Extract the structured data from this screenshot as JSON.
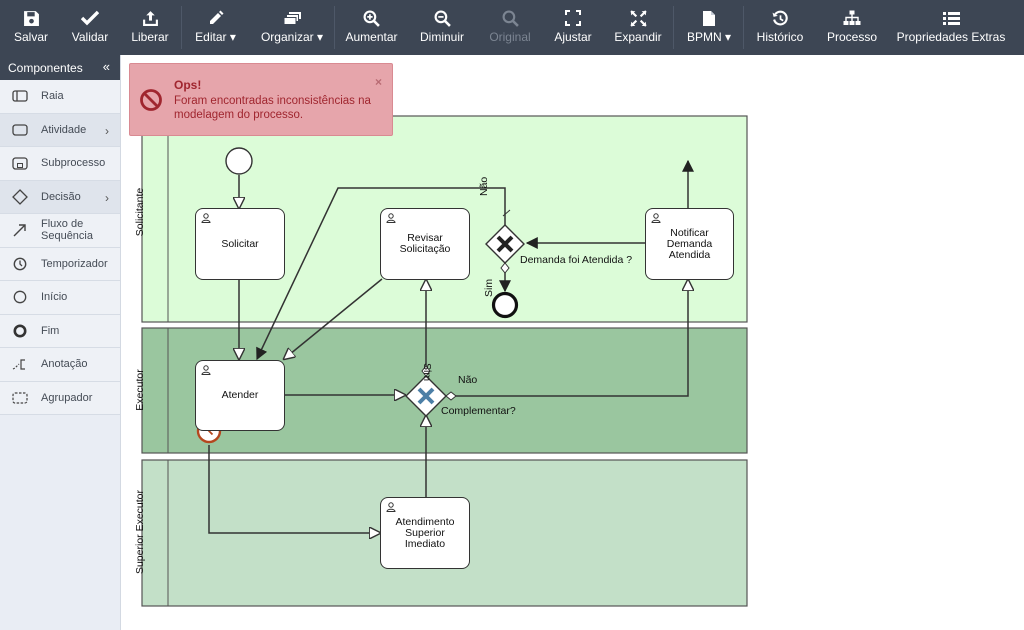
{
  "toolbar": {
    "buttons": [
      {
        "label": "Salvar",
        "icon": "save-icon"
      },
      {
        "label": "Validar",
        "icon": "check-icon"
      },
      {
        "label": "Liberar",
        "icon": "upload-icon"
      },
      {
        "label": "Editar ▾",
        "icon": "pencil-icon"
      },
      {
        "label": "Organizar ▾",
        "icon": "layers-icon"
      },
      {
        "label": "Aumentar",
        "icon": "zoom-in-icon"
      },
      {
        "label": "Diminuir",
        "icon": "zoom-out-icon"
      },
      {
        "label": "Original",
        "icon": "search-icon",
        "disabled": true
      },
      {
        "label": "Ajustar",
        "icon": "fit-icon"
      },
      {
        "label": "Expandir",
        "icon": "expand-icon"
      },
      {
        "label": "BPMN ▾",
        "icon": "file-icon"
      },
      {
        "label": "Histórico",
        "icon": "history-icon"
      },
      {
        "label": "Processo",
        "icon": "sitemap-icon"
      },
      {
        "label": "Propriedades Extras",
        "icon": "list-icon"
      }
    ]
  },
  "sidebar": {
    "title": "Componentes",
    "collapse": "«",
    "items": [
      {
        "label": "Raia",
        "icon": "lane-icon"
      },
      {
        "label": "Atividade",
        "icon": "task-icon",
        "submenu": "›"
      },
      {
        "label": "Subprocesso",
        "icon": "subprocess-icon"
      },
      {
        "label": "Decisão",
        "icon": "gateway-icon",
        "submenu": "›"
      },
      {
        "label": "Fluxo de Sequência",
        "icon": "arrow-icon"
      },
      {
        "label": "Temporizador",
        "icon": "timer-icon"
      },
      {
        "label": "Início",
        "icon": "start-event-icon"
      },
      {
        "label": "Fim",
        "icon": "end-event-icon"
      },
      {
        "label": "Anotação",
        "icon": "annotation-icon"
      },
      {
        "label": "Agrupador",
        "icon": "group-icon"
      }
    ]
  },
  "alert": {
    "title": "Ops!",
    "message": "Foram encontradas inconsistências na modelagem do processo.",
    "close": "×"
  },
  "lanes": {
    "solicitante": "Solicitante",
    "executor": "Executor",
    "superior": "Superior Executor"
  },
  "tasks": {
    "solicitar": "Solicitar",
    "revisar": "Revisar Solicitação",
    "notificar": "Notificar Demanda Atendida",
    "atender": "Atender",
    "atendimento": "Atendimento Superior Imediato"
  },
  "labels": {
    "nao_top": "Não",
    "sim_top": "Sim",
    "demanda": "Demanda foi Atendida ?",
    "sim_mid": "Sim",
    "nao_mid": "Não",
    "complementar": "Complementar?"
  },
  "colors": {
    "toolbar": "#3d4654",
    "lane_solicitante": "#dcfcd8",
    "lane_executor": "#9ac69f",
    "lane_superior": "#c3e0c8",
    "alert_bg": "#e6a5ab",
    "error_mark": "#d0202e",
    "timer": "#b4471f"
  }
}
